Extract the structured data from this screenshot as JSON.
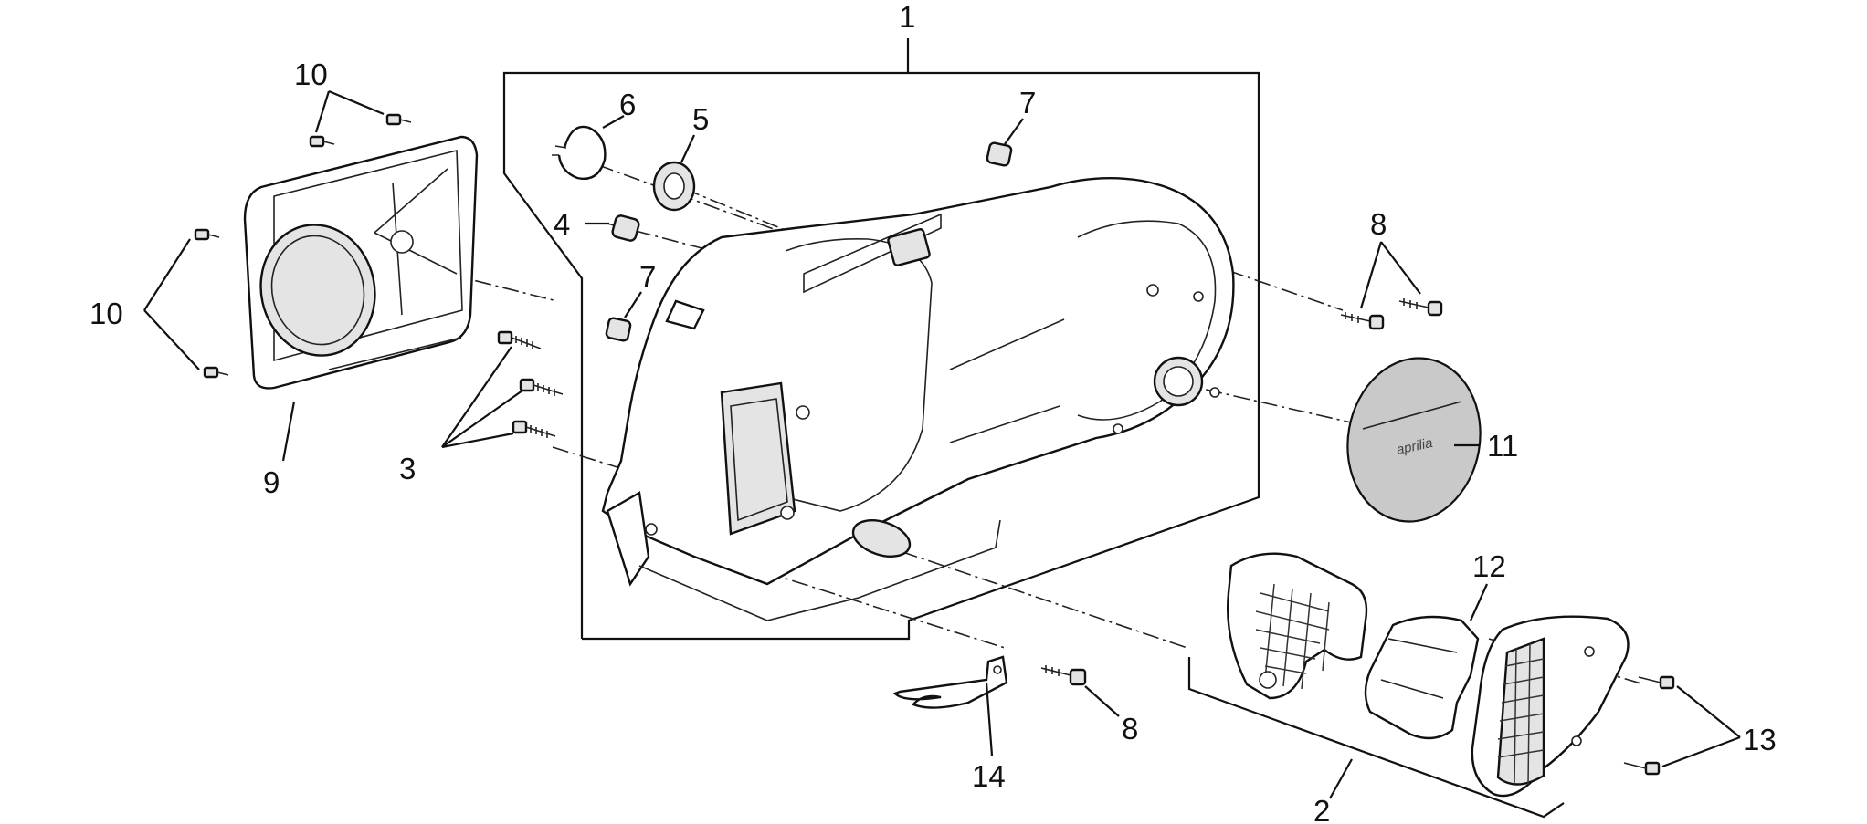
{
  "callouts": {
    "c1": "1",
    "c2": "2",
    "c3": "3",
    "c4": "4",
    "c5": "5",
    "c6": "6",
    "c7a": "7",
    "c7b": "7",
    "c8a": "8",
    "c8b": "8",
    "c9": "9",
    "c10a": "10",
    "c10b": "10",
    "c11": "11",
    "c12": "12",
    "c13": "13",
    "c14": "14"
  },
  "logo_text": "aprilia",
  "colors": {
    "line": "#111111",
    "part_fill_light": "#e4e4e4",
    "part_fill_dark": "#c9c9c9",
    "background": "#ffffff"
  }
}
